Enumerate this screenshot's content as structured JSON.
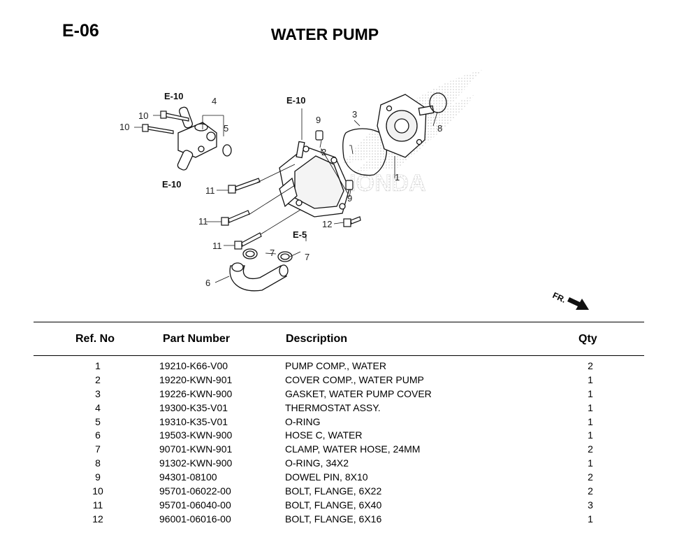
{
  "header": {
    "section_code": "E-06",
    "title": "WATER PUMP"
  },
  "diagram": {
    "brand_watermark": "HONDA",
    "direction_label": "FR.",
    "cross_references": [
      "E-10",
      "E-10",
      "E-10",
      "E-5"
    ],
    "callouts": [
      "1",
      "2",
      "3",
      "4",
      "5",
      "6",
      "7",
      "7",
      "8",
      "9",
      "9",
      "10",
      "10",
      "11",
      "11",
      "11",
      "12"
    ]
  },
  "table": {
    "columns": {
      "ref": "Ref. No",
      "part": "Part Number",
      "desc": "Description",
      "qty": "Qty"
    },
    "rows": [
      {
        "ref": "1",
        "part": "19210-K66-V00",
        "desc": "PUMP COMP., WATER",
        "qty": "2"
      },
      {
        "ref": "2",
        "part": "19220-KWN-901",
        "desc": "COVER COMP., WATER PUMP",
        "qty": "1"
      },
      {
        "ref": "3",
        "part": "19226-KWN-900",
        "desc": "GASKET, WATER PUMP COVER",
        "qty": "1"
      },
      {
        "ref": "4",
        "part": "19300-K35-V01",
        "desc": "THERMOSTAT ASSY.",
        "qty": "1"
      },
      {
        "ref": "5",
        "part": "19310-K35-V01",
        "desc": "O-RING",
        "qty": "1"
      },
      {
        "ref": "6",
        "part": "19503-KWN-900",
        "desc": "HOSE C, WATER",
        "qty": "1"
      },
      {
        "ref": "7",
        "part": "90701-KWN-901",
        "desc": "CLAMP, WATER HOSE, 24MM",
        "qty": "2"
      },
      {
        "ref": "8",
        "part": "91302-KWN-900",
        "desc": "O-RING, 34X2",
        "qty": "1"
      },
      {
        "ref": "9",
        "part": "94301-08100",
        "desc": "DOWEL PIN, 8X10",
        "qty": "2"
      },
      {
        "ref": "10",
        "part": "95701-06022-00",
        "desc": "BOLT, FLANGE, 6X22",
        "qty": "2"
      },
      {
        "ref": "11",
        "part": "95701-06040-00",
        "desc": "BOLT, FLANGE, 6X40",
        "qty": "3"
      },
      {
        "ref": "12",
        "part": "96001-06016-00",
        "desc": "BOLT, FLANGE, 6X16",
        "qty": "1"
      }
    ]
  }
}
